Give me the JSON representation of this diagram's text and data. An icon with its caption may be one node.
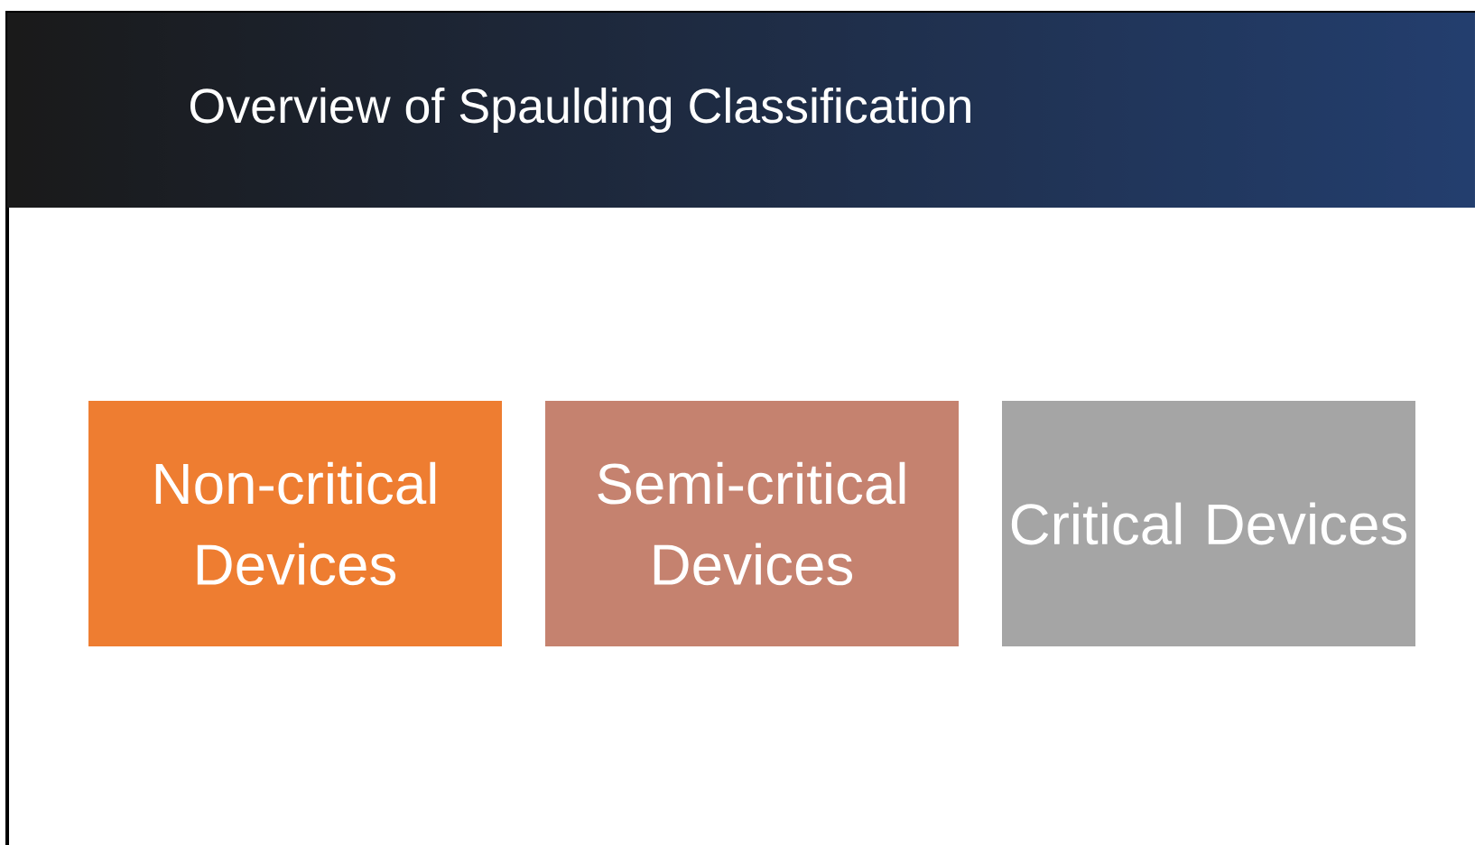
{
  "diagram": {
    "title": "Overview of Spaulding Classification",
    "nodes": [
      {
        "text": [
          "Non-critical Devices"
        ]
      },
      {
        "text": [
          "Semi-critical Devices"
        ]
      },
      {
        "text": [
          "Critical Devices"
        ]
      }
    ]
  }
}
